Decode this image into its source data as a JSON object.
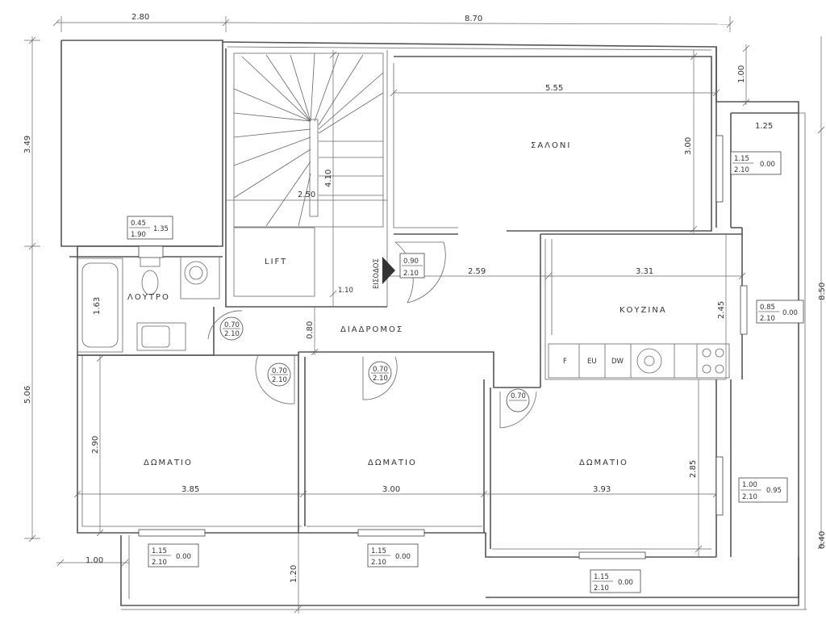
{
  "rooms": {
    "saloni": "ΣΑΛΟΝΙ",
    "kouzina": "ΚΟΥΖΙΝΑ",
    "diadromos": "ΔΙΑΔΡΟΜΟΣ",
    "loutro": "ΛΟΥΤΡΟ",
    "lift": "LIFT",
    "domatio_1": "ΔΩΜΑΤΙΟ",
    "domatio_2": "ΔΩΜΑΤΙΟ",
    "domatio_3": "ΔΩΜΑΤΙΟ",
    "eisodos": "ΕΙΣΟΔΟΣ"
  },
  "dimensions": {
    "top_left": "2.80",
    "top_main": "8.70",
    "left_upper": "3.49",
    "left_lower": "5.06",
    "right_total": "8.50",
    "right_top": "1.00",
    "right_offset": "1.25",
    "saloni_width": "5.55",
    "saloni_depth": "3.00",
    "stair_width": "2.50",
    "stair_length": "4.10",
    "lift_depth": "1.10",
    "corridor_width": "0.80",
    "corridor_length": "2.59",
    "kitchen_width": "3.31",
    "kitchen_depth": "2.45",
    "bath_length": "1.63",
    "room1_width": "3.85",
    "room1_depth": "2.90",
    "room2_width": "3.00",
    "room3_width": "3.93",
    "room3_depth": "2.85",
    "bottom_offset": "1.00",
    "bottom_depth": "1.20",
    "right_bottom": "0.40"
  },
  "openings": {
    "bath_window": {
      "w": "0.45",
      "h": "1.90",
      "sill": "1.35"
    },
    "entry_door": {
      "w": "0.90",
      "h": "2.10"
    },
    "saloni_window": {
      "w": "1.15",
      "h": "2.10",
      "sill": "0.00"
    },
    "kitchen_window": {
      "w": "0.85",
      "h": "2.10",
      "sill": "0.00"
    },
    "bath_door": {
      "w": "0.70",
      "h": "2.10"
    },
    "room1_door": {
      "w": "0.70",
      "h": "2.10"
    },
    "room2_door": {
      "w": "0.70",
      "h": "2.10"
    },
    "room3_door": {
      "w": "0.70"
    },
    "room3_side_window": {
      "w": "1.00",
      "h": "2.10",
      "sill": "0.95"
    },
    "room1_window": {
      "w": "1.15",
      "h": "2.10",
      "sill": "0.00"
    },
    "room2_window": {
      "w": "1.15",
      "h": "2.10",
      "sill": "0.00"
    },
    "room3_window": {
      "w": "1.15",
      "h": "2.10",
      "sill": "0.00"
    }
  },
  "appliances": {
    "fridge": "F",
    "oven": "ΕU",
    "dishwasher": "DW"
  }
}
